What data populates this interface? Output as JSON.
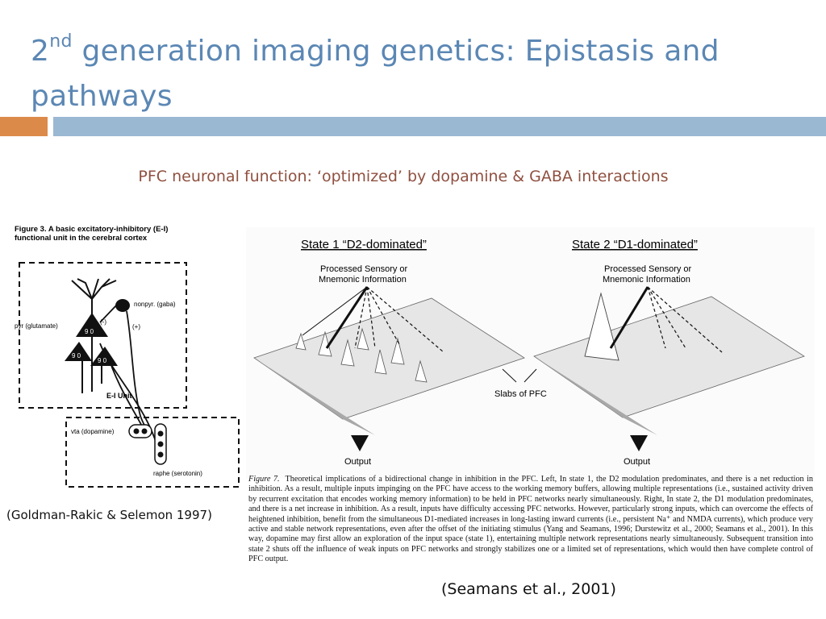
{
  "slide": {
    "title_prefix": "2",
    "title_sup": "nd",
    "title_rest": " generation imaging genetics: Epistasis and pathways",
    "subtitle": "PFC neuronal function: ‘optimized’ by dopamine & GABA interactions",
    "colors": {
      "title": "#5b87b4",
      "accent_orange": "#dc8a4a",
      "accent_blue": "#9bb8d3",
      "subtitle": "#8f5040"
    }
  },
  "figure3": {
    "heading": "Figure 3.   A basic excitatory-inhibitory (E-I)",
    "heading2": "functional unit in the cerebral cortex",
    "label_pyr": "pyr (glutamate)",
    "label_nonpyr": "nonpyr. (gaba)",
    "label_minus": "(-)",
    "label_plus": "(+)",
    "label_unit": "E-I  Unit",
    "label_vta": "vta (dopamine)",
    "label_raphe": "raphe   (serotonin)",
    "receptor": "9 0"
  },
  "figure7": {
    "state1_title": "State 1 “D2-dominated”",
    "state2_title": "State 2 “D1-dominated”",
    "input_line1": "Processed Sensory or",
    "input_line2": "Mnemonic Information",
    "slabs_label": "Slabs of PFC",
    "output_label": "Output",
    "caption_label": "Figure 7.",
    "caption_text": "Theoretical implications of a bidirectional change in inhibition in the PFC. Left, In state 1, the D2 modulation predominates, and there is a net reduction in inhibition. As a result, multiple inputs impinging on the PFC have access to the working memory buffers, allowing multiple representations (i.e., sustained activity driven by recurrent excitation that encodes working memory information) to be held in PFC networks nearly simultaneously. Right, In state 2, the D1 modulation predominates, and there is a net increase in inhibition. As a result, inputs have difficulty accessing PFC networks. However, particularly strong inputs, which can overcome the effects of heightened inhibition, benefit from the simultaneous D1-mediated increases in long-lasting inward currents (i.e., persistent Na⁺ and NMDA currents), which produce very active and stable network representations, even after the offset of the initiating stimulus (Yang and Seamans, 1996; Durstewitz et al., 2000; Seamans et al., 2001). In this way, dopamine may first allow an exploration of the input space (state 1), entertaining multiple network representations nearly simultaneously. Subsequent transition into state 2 shuts off the influence of weak inputs on PFC networks and strongly stabilizes one or a limited set of representations, which would then have complete control of PFC output."
  },
  "citations": {
    "left": "(Goldman-Rakic & Selemon 1997)",
    "right": "(Seamans et al., 2001)"
  }
}
